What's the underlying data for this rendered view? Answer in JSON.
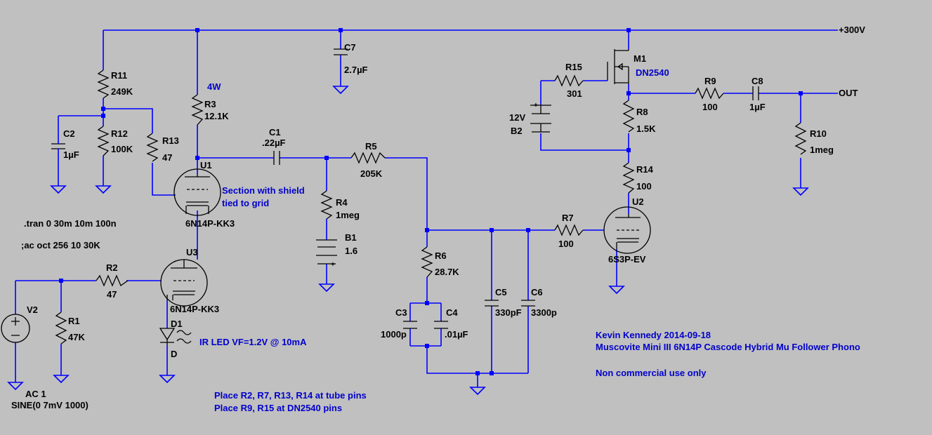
{
  "labels": {
    "supply": "+300V",
    "out": "OUT",
    "R11": "R11",
    "R11v": "249K",
    "R3": "R3",
    "R3v": "12.1K",
    "R3p": "4W",
    "C7": "C7",
    "C7v": "2.7µF",
    "M1": "M1",
    "M1v": "DN2540",
    "R15": "R15",
    "R15v": "301",
    "B2": "B2",
    "B2v": "12V",
    "R8": "R8",
    "R8v": "1.5K",
    "R9": "R9",
    "R9v": "100",
    "C8": "C8",
    "C8v": "1µF",
    "R10": "R10",
    "R10v": "1meg",
    "C2": "C2",
    "C2v": "1µF",
    "R12": "R12",
    "R12v": "100K",
    "R13": "R13",
    "R13v": "47",
    "C1": "C1",
    "C1v": ".22µF",
    "R5": "R5",
    "R5v": "205K",
    "R14": "R14",
    "R14v": "100",
    "U1": "U1",
    "U1v": "6N14P-KK3",
    "shield1": "Section with shield",
    "shield2": "tied to grid",
    "R4": "R4",
    "R4v": "1meg",
    "B1": "B1",
    "B1v": "1.6",
    "U2": "U2",
    "U2v": "6S3P-EV",
    "R7": "R7",
    "R7v": "100",
    "tran": ".tran 0 30m 10m 100n",
    "ac": ";ac oct 256 10 30K",
    "U3": "U3",
    "U3v": "6N14P-KK3",
    "R2": "R2",
    "R2v": "47",
    "R6": "R6",
    "R6v": "28.7K",
    "V2": "V2",
    "R1": "R1",
    "R1v": "47K",
    "C3": "C3",
    "C3v": "1000p",
    "C4": "C4",
    "C4v": ".01µF",
    "C5": "C5",
    "C5v": "330pF",
    "C6": "C6",
    "C6v": "3300p",
    "D1": "D1",
    "D1v": "D",
    "led": "IR LED VF=1.2V @ 10mA",
    "src1": "AC 1",
    "src2": "SINE(0 7mV 1000)",
    "note1": "Place R2, R7, R13, R14 at tube pins",
    "note2": "Place R9, R15 at DN2540 pins",
    "author1": "Kevin Kennedy 2014-09-18",
    "author2": "Muscovite Mini III 6N14P Cascode Hybrid Mu Follower Phono",
    "author3": "Non commercial use only"
  }
}
